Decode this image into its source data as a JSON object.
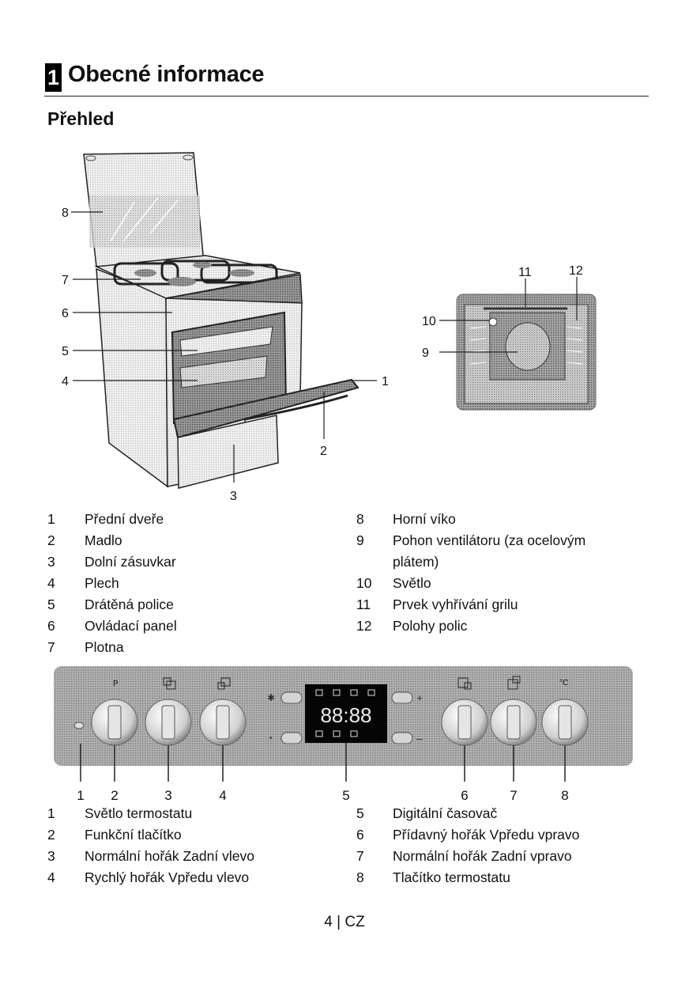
{
  "header": {
    "chapter_number": "1",
    "chapter_title": "Obecné informace",
    "section_title": "Přehled"
  },
  "figure_oven": {
    "callouts": [
      "1",
      "2",
      "3",
      "4",
      "5",
      "6",
      "7",
      "8"
    ]
  },
  "figure_interior": {
    "callouts": [
      "9",
      "10",
      "11",
      "12"
    ]
  },
  "legend_overview": {
    "left": [
      {
        "num": "1",
        "label": "Přední dveře"
      },
      {
        "num": "2",
        "label": "Madlo"
      },
      {
        "num": "3",
        "label": "Dolní zásuvkar"
      },
      {
        "num": "4",
        "label": "Plech"
      },
      {
        "num": "5",
        "label": "Drátěná police"
      },
      {
        "num": "6",
        "label": "Ovládací panel"
      },
      {
        "num": "7",
        "label": "Plotna"
      }
    ],
    "right": [
      {
        "num": "8",
        "label": "Horní víko"
      },
      {
        "num": "9",
        "label": "Pohon ventilátoru (za ocelovým plátem)"
      },
      {
        "num": "10",
        "label": "Světlo"
      },
      {
        "num": "11",
        "label": "Prvek vyhřívání grilu"
      },
      {
        "num": "12",
        "label": "Polohy polic"
      }
    ]
  },
  "figure_panel": {
    "callouts": [
      "1",
      "2",
      "3",
      "4",
      "5",
      "6",
      "7",
      "8"
    ],
    "timer_display": "88:88",
    "plus_label": "+",
    "minus_label": "–",
    "thermostat_symbol": "°C",
    "function_symbol": "P"
  },
  "legend_panel": {
    "left": [
      {
        "num": "1",
        "label": "Světlo termostatu"
      },
      {
        "num": "2",
        "label": "Funkční tlačítko"
      },
      {
        "num": "3",
        "label": "Normální hořák Zadní vlevo"
      },
      {
        "num": "4",
        "label": "Rychlý hořák Vpředu vlevo"
      }
    ],
    "right": [
      {
        "num": "5",
        "label": "Digitální časovač"
      },
      {
        "num": "6",
        "label": "Přídavný hořák Vpředu vpravo"
      },
      {
        "num": "7",
        "label": "Normální hořák Zadní vpravo"
      },
      {
        "num": "8",
        "label": "Tlačítko termostatu"
      }
    ]
  },
  "footer": {
    "page": "4 | CZ"
  }
}
